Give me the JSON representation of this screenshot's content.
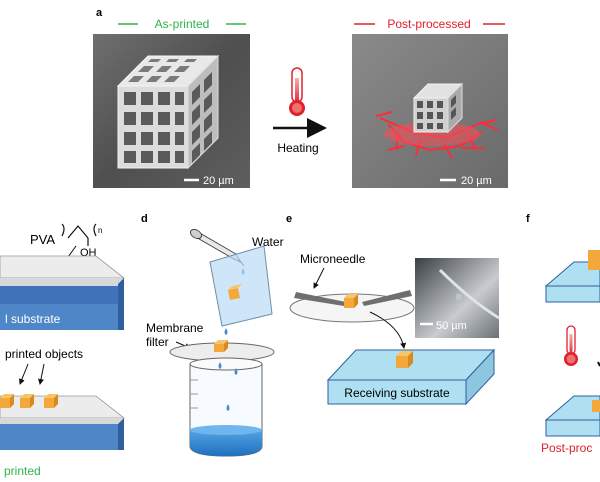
{
  "panels": {
    "a": {
      "letter": "a",
      "left_header": "As-printed",
      "right_header": "Post-processed",
      "left_scale": "20 µm",
      "right_scale": "20 µm",
      "arrow_label": "Heating",
      "header_left_color": "#2db34a",
      "header_right_color": "#e0202a",
      "icon": "thermometer-icon"
    },
    "c": {
      "molecule_label": "PVA",
      "oh_label": "OH",
      "substrate_label": "l substrate",
      "objects_label": "printed objects",
      "bottom_label": "printed"
    },
    "d": {
      "letter": "d",
      "water_label": "Water",
      "membrane_label_1": "Membrane",
      "membrane_label_2": "filter"
    },
    "e": {
      "letter": "e",
      "needle_label": "Microneedle",
      "scale_label": "50 µm",
      "receiving_label": "Receiving substrate"
    },
    "f": {
      "letter": "f",
      "bottom_label": "Post-proc",
      "icon": "thermometer-icon"
    }
  },
  "colors": {
    "green": "#2db34a",
    "red": "#e0202a",
    "substrate_blue": "#aee0f2",
    "substrate_side": "#3f74b8",
    "object_orange": "#f2a83b"
  }
}
